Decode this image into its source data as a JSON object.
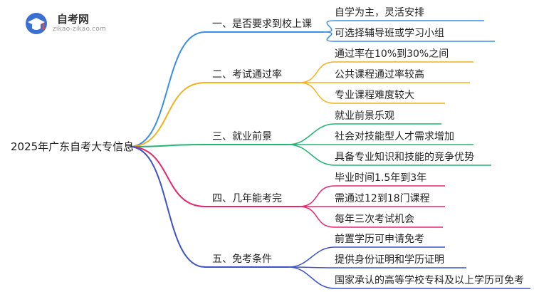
{
  "logo": {
    "name": "自考网",
    "url": "zikao-zikao.com"
  },
  "root": "2025年广东自考大专信息",
  "branches": [
    {
      "label": "一、是否要求到校上课",
      "color": "#3b8fe8",
      "leaves": [
        "自学为主，灵活安排",
        "可选择辅导班或学习小组"
      ]
    },
    {
      "label": "二、考试通过率",
      "color": "#f2b21b",
      "leaves": [
        "通过率在10%到30%之间",
        "公共课程通过率较高",
        "专业课程难度较大"
      ]
    },
    {
      "label": "三、就业前景",
      "color": "#22b573",
      "leaves": [
        "就业前景乐观",
        "社会对技能型人才需求增加",
        "具备专业知识和技能的竞争优势"
      ]
    },
    {
      "label": "四、几年能考完",
      "color": "#e8256f",
      "leaves": [
        "毕业时间1.5年到3年",
        "需通过12到18门课程",
        "每年三次考试机会"
      ]
    },
    {
      "label": "五、免考条件",
      "color": "#3d52c8",
      "leaves": [
        "前置学历可申请免考",
        "提供身份证明和学历证明",
        "国家承认的高等学校专科及以上学历可免考"
      ]
    }
  ]
}
